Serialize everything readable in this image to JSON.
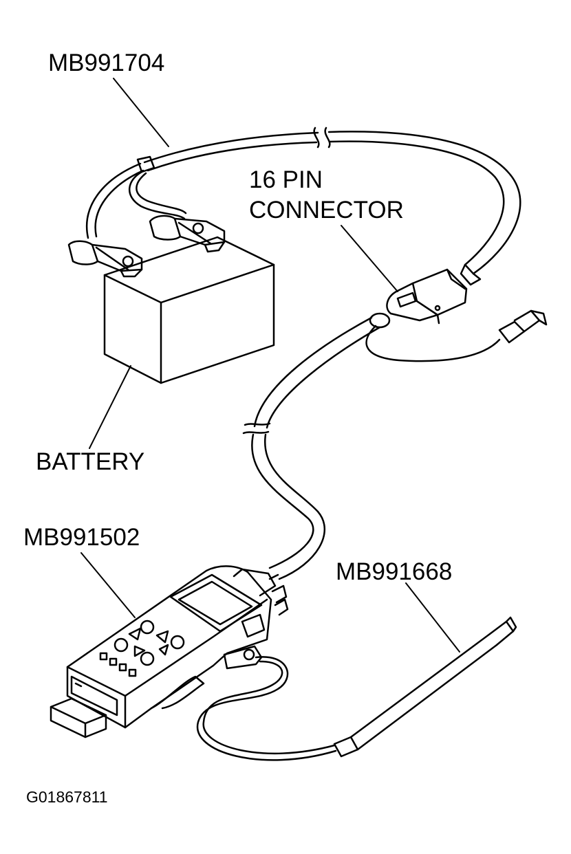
{
  "labels": {
    "tester_cable": "MB991704",
    "connector_line1": "16 PIN",
    "connector_line2": "CONNECTOR",
    "battery": "BATTERY",
    "tester": "MB991502",
    "probe": "MB991668",
    "figure_id": "G01867811"
  },
  "colors": {
    "ink": "#000000",
    "paper": "#ffffff"
  }
}
